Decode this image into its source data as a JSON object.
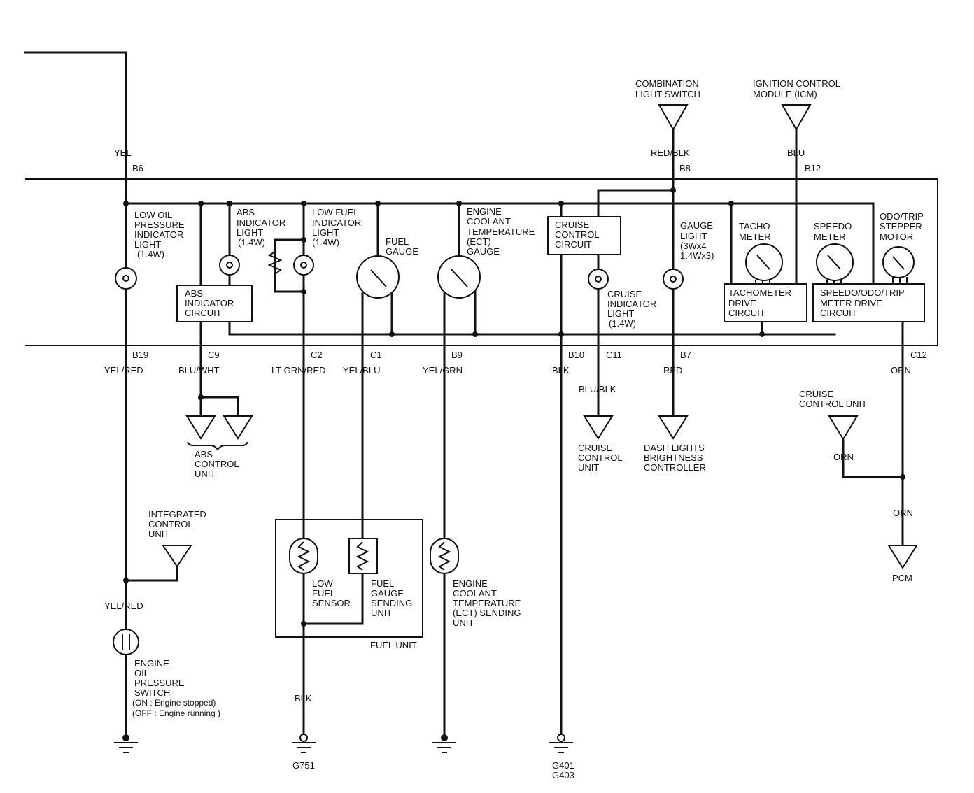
{
  "sources": {
    "combination_light_switch": [
      "COMBINATION",
      "LIGHT SWITCH"
    ],
    "icm": [
      "IGNITION CONTROL",
      "MODULE (ICM)"
    ]
  },
  "top_wires": {
    "yel": "YEL",
    "b6": "B6",
    "red_blk": "RED/BLK",
    "b8": "B8",
    "blu": "BLU",
    "b12": "B12"
  },
  "components": {
    "low_oil": [
      "LOW OIL",
      "PRESSURE",
      "INDICATOR",
      "LIGHT",
      "(1.4W)"
    ],
    "abs_light": [
      "ABS",
      "INDICATOR",
      "LIGHT",
      "(1.4W)"
    ],
    "abs_circuit": [
      "ABS",
      "INDICATOR",
      "CIRCUIT"
    ],
    "low_fuel": [
      "LOW FUEL",
      "INDICATOR",
      "LIGHT",
      "(1.4W)"
    ],
    "fuel_gauge": [
      "FUEL",
      "GAUGE"
    ],
    "ect_gauge": [
      "ENGINE",
      "COOLANT",
      "TEMPERATURE",
      "(ECT)",
      "GAUGE"
    ],
    "cruise_circuit": [
      "CRUISE",
      "CONTROL",
      "CIRCUIT"
    ],
    "cruise_light": [
      "CRUISE",
      "INDICATOR",
      "LIGHT",
      "(1.4W)"
    ],
    "gauge_light": [
      "GAUGE",
      "LIGHT",
      "(3Wx4",
      " 1.4Wx3)"
    ],
    "tachometer": [
      "TACHO-",
      "METER"
    ],
    "speedometer": [
      "SPEEDO-",
      "METER"
    ],
    "odo_motor": [
      "ODO/TRIP",
      "STEPPER",
      "MOTOR"
    ],
    "tach_drive": [
      "TACHOMETER",
      "DRIVE",
      "CIRCUIT"
    ],
    "speedo_drive": [
      "SPEEDO/ODO/TRIP",
      "METER DRIVE",
      "CIRCUIT"
    ]
  },
  "connectors": {
    "b19": "B19",
    "c9": "C9",
    "c2": "C2",
    "c1": "C1",
    "b9": "B9",
    "b10": "B10",
    "c11": "C11",
    "b7": "B7",
    "c12": "C12"
  },
  "bottom_wires": {
    "yel_red": "YEL/RED",
    "blu_wht": "BLU/WHT",
    "lt_grn_red": "LT GRN/RED",
    "yel_blu": "YEL/BLU",
    "yel_grn": "YEL/GRN",
    "blk": "BLK",
    "blu_blk": "BLU/BLK",
    "red": "RED",
    "orn": "ORN",
    "yel_red2": "YEL/RED",
    "blk2": "BLK",
    "orn2": "ORN",
    "orn3": "ORN"
  },
  "destinations": {
    "abs_control_unit": [
      "ABS",
      "CONTROL",
      "UNIT"
    ],
    "cruise_control_unit_bottom": [
      "CRUISE",
      "CONTROL",
      "UNIT"
    ],
    "dash_lights": [
      "DASH LIGHTS",
      "BRIGHTNESS",
      "CONTROLLER"
    ],
    "cruise_control_unit_right": [
      "CRUISE",
      "CONTROL UNIT"
    ],
    "pcm": "PCM",
    "integrated_control_unit": [
      "INTEGRATED",
      "CONTROL",
      "UNIT"
    ]
  },
  "lower": {
    "oil_switch": [
      "ENGINE",
      "OIL",
      "PRESSURE",
      "SWITCH"
    ],
    "oil_switch_states": [
      "(ON  : Engine stopped)",
      "(OFF : Engine running )"
    ],
    "low_fuel_sensor": [
      "LOW",
      "FUEL",
      "SENSOR"
    ],
    "fuel_sending": [
      "FUEL",
      "GAUGE",
      "SENDING",
      "UNIT"
    ],
    "fuel_unit": "FUEL UNIT",
    "ect_sending": [
      "ENGINE",
      "COOLANT",
      "TEMPERATURE",
      "(ECT) SENDING",
      "UNIT"
    ]
  },
  "grounds": {
    "g751": "G751",
    "g401": "G401",
    "g403": "G403"
  }
}
